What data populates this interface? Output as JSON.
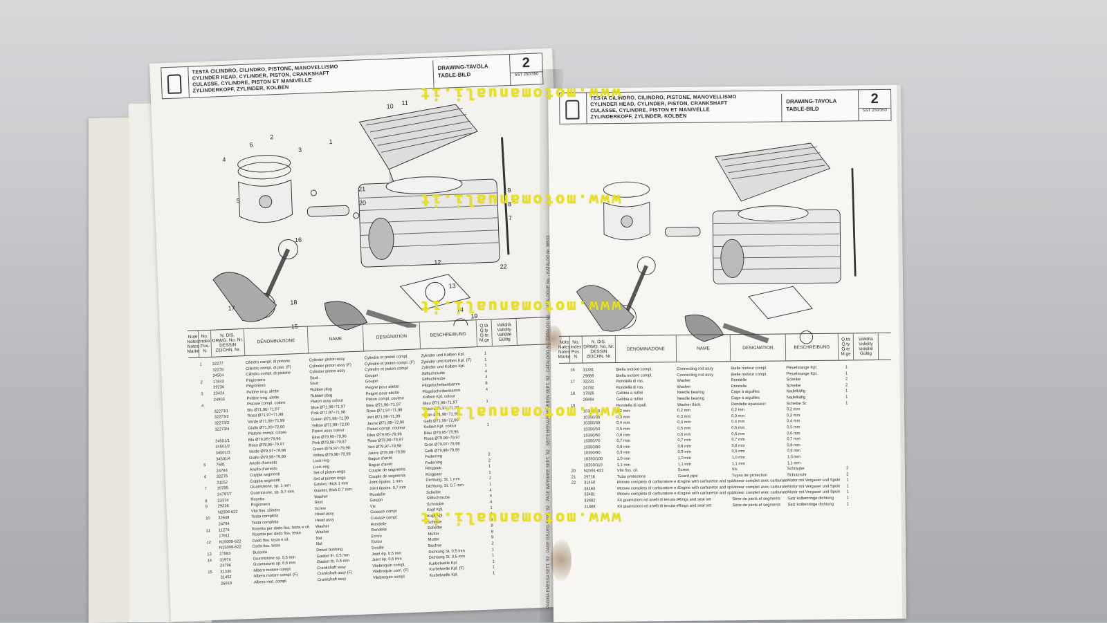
{
  "catalog": {
    "left_page": {
      "titles": [
        "TESTA CILINDRO, CILINDRO, PISTONE, MANOVELLISMO",
        "CYLINDER HEAD, CYLINDER, PISTON, CRANKSHAFT",
        "CULASSE, CYLINDRE, PISTON ET MANIVELLE",
        "ZYLINDERKOPF, ZYLINDER, KOLBEN"
      ],
      "drawing_label_1": "DRAWING-TAVOLA",
      "drawing_label_2": "TABLE-BILD",
      "table_number": "2",
      "model_code": "SST 250/350",
      "headers": {
        "notes": "Note Notes Notes Marke",
        "pos": "No. Index Pos. N.",
        "nr": "N. DIS. DRWG. No. Nr. DESSIN ZEICHN. Nr.",
        "it": "DENOMINAZIONE",
        "en": "NAME",
        "fr": "DESIGNATION",
        "de": "BESCHREIBUNG",
        "qty": "Q.tà Q.ty Q.te M.ge",
        "validity": "Validità Validity Validité Gültig"
      },
      "rows": [
        [
          "",
          "1",
          "32277",
          "Cilindro compl. di pistone",
          "Cylinder piston assy",
          "Cylindre et piston compl.",
          "Zylinder und Kolben Kpl.",
          "1"
        ],
        [
          "",
          "",
          "32278",
          "Cilindro compl. di pist. (F)",
          "Cylinder piston assy (F)",
          "Cylindre et piston compl. (F)",
          "Zylinder und Kolben Kpl. (F)",
          "1"
        ],
        [
          "",
          "",
          "34504",
          "Cilindro compl. di pistone",
          "Cylinder piston assy",
          "Cylindre et piston compl.",
          "Zylinder und Kolben Kpl.",
          "1"
        ],
        [
          "",
          "2",
          "17843",
          "Prigioniero",
          "Stud",
          "Goujon",
          "Stiftschraube",
          "4"
        ],
        [
          "",
          "",
          "29236",
          "Prigioniero",
          "Stud",
          "Goujon",
          "Stiftschraube",
          "4"
        ],
        [
          "",
          "3",
          "23424",
          "Pettine irrig. alette",
          "Rubber plug",
          "Peigne pour ailette",
          "Flügelscheibenkamm",
          "8"
        ],
        [
          "",
          "",
          "24903",
          "Pettine irrig. alette",
          "Rubber plug",
          "Peigne pour ailette",
          "Flügelscheibenkamm",
          "4"
        ],
        [
          "",
          "4",
          "",
          "Pistone compl. colore",
          "Piston assy colour",
          "Piston compl. couleur",
          "Kolben Kpl. colour",
          ""
        ],
        [
          "",
          "",
          "32273/1",
          "Blu Ø71,96÷71,97",
          "Blue Ø71,96÷71,97",
          "Bleu Ø71,96÷71,97",
          "Blau Ø71,96÷71,97",
          "1"
        ],
        [
          "",
          "",
          "32273/2",
          "Rosa Ø71,97÷71,98",
          "Pink Ø71,97÷71,98",
          "Rose Ø71,97÷71,98",
          "Rosa Ø71,97÷71,98",
          ""
        ],
        [
          "",
          "",
          "32273/3",
          "Verde Ø71,98÷71,99",
          "Green Ø71,98÷71,99",
          "Vert Ø71,98÷71,99",
          "Grün Ø71,98÷71,99",
          ""
        ],
        [
          "",
          "",
          "32273/4",
          "Giallo Ø71,99÷72,00",
          "Yellow Ø71,99÷72,00",
          "Jaune Ø71,99÷72,00",
          "Gelb Ø71,99÷72,00",
          ""
        ],
        [
          "",
          "",
          "",
          "Pistone compl. colore",
          "Piston assy colour",
          "Piston compl. couleur",
          "Kolben Kpl. colour",
          "1"
        ],
        [
          "",
          "",
          "34501/1",
          "Blu Ø79,95÷79,96",
          "Blue Ø79,95÷79,96",
          "Bleu Ø79,95÷79,96",
          "Blau Ø79,95÷79,96",
          ""
        ],
        [
          "",
          "",
          "34501/2",
          "Rosa Ø79,96÷79,97",
          "Pink Ø79,96÷79,97",
          "Rose Ø79,96÷79,97",
          "Rosa Ø79,96÷79,97",
          ""
        ],
        [
          "",
          "",
          "34501/3",
          "Verde Ø79,97÷79,98",
          "Green Ø79,97÷79,98",
          "Vert Ø79,97÷79,98",
          "Grün Ø79,97÷79,98",
          ""
        ],
        [
          "",
          "",
          "34501/4",
          "Giallo Ø79,98÷79,99",
          "Yellow Ø79,98÷79,99",
          "Jaune Ø79,98÷79,99",
          "Gelb Ø79,98÷79,99",
          ""
        ],
        [
          "",
          "5",
          "7681",
          "Anello d'arresto",
          "Lock ring",
          "Bague d'arrêt",
          "Federring",
          "2"
        ],
        [
          "",
          "",
          "24793",
          "Anello d'arresto",
          "Lock ring",
          "Bague d'arrêt",
          "Federring",
          "2"
        ],
        [
          "",
          "6",
          "32276",
          "Coppia segmenti",
          "Set of piston rings",
          "Couple de segments",
          "Ringpaar",
          "1"
        ],
        [
          "",
          "",
          "31152",
          "Coppia segmenti",
          "Set of piston rings",
          "Couple de segments",
          "Ringpaar",
          "1"
        ],
        [
          "",
          "7",
          "19785",
          "Guarnizione, sp. 1 mm",
          "Gasket, thick 1 mm",
          "Joint épaiss. 1 mm",
          "Dichtung, St. 1 mm",
          "1"
        ],
        [
          "",
          "",
          "24797/7",
          "Guarnizione, sp. 0,7 mm",
          "Gasket, thick 0,7 mm",
          "Joint épaiss. 0,7 mm",
          "Dichtung, St. 0,7 mm",
          "1"
        ],
        [
          "",
          "8",
          "23374",
          "Rosetta",
          "Washer",
          "Rondelle",
          "Scheibe",
          "4"
        ],
        [
          "",
          "9",
          "29236",
          "Prigioniero",
          "Stud",
          "Goujon",
          "Stiftschraube",
          "4"
        ],
        [
          "",
          "",
          "N2509-622",
          "Vite fiss. cilindro",
          "Screw",
          "Vis",
          "Schraube",
          "4"
        ],
        [
          "",
          "10",
          "32648",
          "Testa completa",
          "Head assy",
          "Culasse compl.",
          "Kopf Kpl.",
          "1"
        ],
        [
          "",
          "",
          "24794",
          "Testa completa",
          "Head assy",
          "Culasse compl.",
          "Kopf Kpl.",
          "1"
        ],
        [
          "",
          "11",
          "11276",
          "Rosetta per dado fiss. testa e cil.",
          "Washer",
          "Rondelle",
          "Scheibe",
          "8"
        ],
        [
          "",
          "",
          "17811",
          "Rosetta per dado fiss. testa",
          "Washer",
          "Rondelle",
          "Scheibe",
          "8"
        ],
        [
          "",
          "12",
          "N15008-622",
          "Dado fiss. testa e cil.",
          "Nut",
          "Ecrou",
          "Mutter",
          "8"
        ],
        [
          "",
          "",
          "N15008-622",
          "Dado fiss. testa",
          "Nut",
          "Ecrou",
          "Mutter",
          "8"
        ],
        [
          "",
          "13",
          "27583",
          "Bussola",
          "Dowel bushing",
          "Douille",
          "Buchse",
          "2"
        ],
        [
          "",
          "14",
          "31974",
          "Guarnizione sp. 0,5 mm",
          "Gasket th. 0,5 mm",
          "Joint ép. 0,5 mm",
          "Dichtung St. 0,5 mm",
          "1"
        ],
        [
          "",
          "",
          "24796",
          "Guarnizione sp. 0,5 mm",
          "Gasket th. 0,5 mm",
          "Joint ép. 0,5 mm",
          "Dichtung St. 0,5 mm",
          "1"
        ],
        [
          "",
          "15",
          "31330",
          "Albero motore compl.",
          "Crankshaft assy",
          "Vilebrequin compl.",
          "Kurbelwelle Kpl.",
          "1"
        ],
        [
          "",
          "",
          "31452",
          "Albero motore compl. (F)",
          "Crankshaft assy (F)",
          "Vilebrequin com. (F)",
          "Kurbelwelle Kpl. (F)",
          "1"
        ],
        [
          "",
          "",
          "26919",
          "Albero mot. compl.",
          "Crankshaft assy",
          "Vilebrequin compl.",
          "Kurbelwelle Kpl.",
          "1"
        ]
      ],
      "spine_text": "PAGINA EMESSA SETT. '82 · PAGE ISSUED SEPT. '82 · PAGE IMPRIMEE SEPT. '82 · SEITE HERAUSGEGEBEN SEPT. '82 · CATALOGO N. · CATALOG No. · CATALOGUE No. · KATALOG Nr. 36533"
    },
    "right_page": {
      "titles": [
        "TESTA CILINDRO, CILINDRO, PISTONE, MANOVELLISMO",
        "CYLINDER HEAD, CYLINDER, PISTON, CRANKSHAFT",
        "CULASSE, CYLINDRE, PISTON ET MANIVELLE",
        "ZYLINDERKOPF, ZYLINDER, KOLBEN"
      ],
      "drawing_label_1": "DRAWING-TAVOLA",
      "drawing_label_2": "TABLE-BILD",
      "table_number": "2",
      "model_code": "SST 250/350",
      "headers": {
        "notes": "Note Notes Notes Marke",
        "pos": "No. Index Pos. N.",
        "nr": "N. DIS. DRWG. No. Nr. DESSIN ZEICHN. Nr.",
        "it": "DENOMINAZIONE",
        "en": "NAME",
        "fr": "DESIGNATION",
        "de": "BESCHREIBUNG",
        "qty": "Q.tà Q.ty Q.te M.ge",
        "validity": "Validità Validity Validité Gültig"
      },
      "rows": [
        [
          "",
          "16",
          "31331",
          "Biella motore compl.",
          "Connecting rod assy",
          "Bielle moteur compl.",
          "Pleuelstange Kpl.",
          "1"
        ],
        [
          "",
          "",
          "29689",
          "Biella motore compl.",
          "Connecting rod assy",
          "Bielle moteur compl.",
          "Pleuelstange Kpl.",
          "1"
        ],
        [
          "",
          "17",
          "32231",
          "Rondella di ras.",
          "Washer",
          "Rondelle",
          "Scheibe",
          "2"
        ],
        [
          "",
          "",
          "24782",
          "Rondella di ras.",
          "Washer",
          "Rondelle",
          "Scheibe",
          "2"
        ],
        [
          "",
          "18",
          "17826",
          "Gabbia a rullini",
          "Needle bearing",
          "Cage à aiguilles",
          "Nadelkäfig",
          "1"
        ],
        [
          "",
          "",
          "26884",
          "Gabbia a rullini",
          "Needle bearing",
          "Cage à aiguilles",
          "Nadelkäfig",
          "1"
        ],
        [
          "",
          "19",
          "",
          "Rondella di spall.",
          "Washer thick:",
          "Rondelle épaisseur:",
          "Scheibe St:",
          "1"
        ],
        [
          "",
          "",
          "10350/20",
          "0,2 mm",
          "0,2 mm",
          "0,2 mm",
          "0,2 mm",
          ""
        ],
        [
          "",
          "",
          "10350/30",
          "0,3 mm",
          "0,3 mm",
          "0,3 mm",
          "0,3 mm",
          ""
        ],
        [
          "",
          "",
          "10350/40",
          "0,4 mm",
          "0,4 mm",
          "0,4 mm",
          "0,4 mm",
          ""
        ],
        [
          "",
          "",
          "10350/50",
          "0,5 mm",
          "0,5 mm",
          "0,5 mm",
          "0,5 mm",
          ""
        ],
        [
          "",
          "",
          "10350/60",
          "0,6 mm",
          "0,6 mm",
          "0,6 mm",
          "0,6 mm",
          ""
        ],
        [
          "",
          "",
          "10350/70",
          "0,7 mm",
          "0,7 mm",
          "0,7 mm",
          "0,7 mm",
          ""
        ],
        [
          "",
          "",
          "10350/80",
          "0,8 mm",
          "0,8 mm",
          "0,8 mm",
          "0,8 mm",
          ""
        ],
        [
          "",
          "",
          "10350/90",
          "0,9 mm",
          "0,9 mm",
          "0,9 mm",
          "0,9 mm",
          ""
        ],
        [
          "",
          "",
          "10350/100",
          "1,0 mm",
          "1,0 mm",
          "1,0 mm",
          "1,0 mm",
          ""
        ],
        [
          "",
          "",
          "10350/110",
          "1,1 mm",
          "1,1 mm",
          "1,1 mm",
          "1,1 mm",
          ""
        ],
        [
          "",
          "20",
          "N2591-622",
          "Vite fiss. cil.",
          "Screw",
          "Vis",
          "Schraube",
          "2"
        ],
        [
          "",
          "21",
          "29716",
          "Tubo protezione",
          "Guard pipe",
          "Tuyau de protection",
          "Schutzrohr",
          "2"
        ],
        [
          "",
          "22",
          "31450",
          "Motore completo di carburatore e candela",
          "Engine with carburetor and spark plug",
          "Moteur complet avec carburateur et bougie",
          "Motor mit Vergaser und Spule",
          "1"
        ],
        [
          "",
          "",
          "33483",
          "Motore completo di carburatore e candela (F)",
          "Engine with carburetor and spark plug (F)",
          "Moteur complet avec carburateur et bougie (F)",
          "Motor mit Vergaser und Spule (F)",
          "1"
        ],
        [
          "",
          "",
          "33481",
          "Motore completo di carburatore e candela",
          "Engine with carburetor and spark plug",
          "Moteur complet avec carburateur et bougie",
          "Motor mit Vergaser und Spule",
          "1"
        ],
        [
          "",
          "",
          "33482",
          "Kit guarnizioni ed anelli di tenuta motore",
          "Rings and seal set",
          "Série de joints et segments",
          "Satz kolbenringe dichtung",
          "1"
        ],
        [
          "",
          "",
          "31389",
          "Kit guarnizioni ed anelli di tenuta motore",
          "Rings and seal set",
          "Série de joints et segments",
          "Satz kolbenringe dichtung",
          "1"
        ]
      ]
    }
  },
  "watermarks": [
    "www.motomanuali.it",
    "www.motomanuali.it",
    "www.motomanuali.it",
    "www.motomanuali.it",
    "www.motomanuali.it"
  ],
  "diagram_callouts": [
    "1",
    "2",
    "3",
    "4",
    "5",
    "6",
    "7",
    "8",
    "9",
    "10",
    "11",
    "12",
    "13",
    "14",
    "15",
    "16",
    "17",
    "18",
    "19",
    "20",
    "21",
    "22"
  ],
  "colors": {
    "watermark": "#e8e216",
    "paper": "#f4f2ee",
    "ink": "#2a2a2a"
  }
}
